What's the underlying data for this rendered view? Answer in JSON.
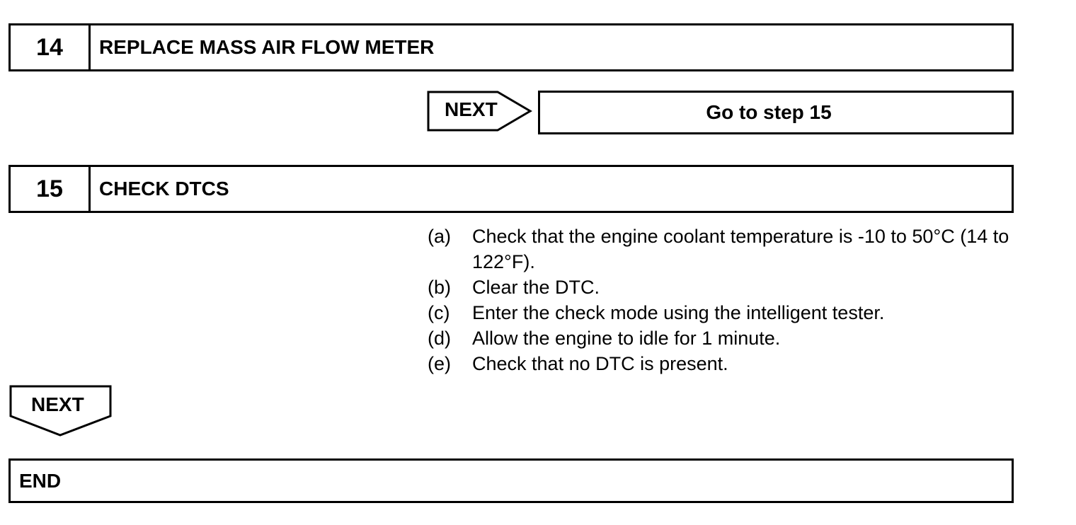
{
  "step14": {
    "number": "14",
    "title": "REPLACE MASS AIR FLOW METER"
  },
  "next_right": {
    "label": "NEXT",
    "target": "Go to step 15"
  },
  "step15": {
    "number": "15",
    "title": "CHECK DTCS",
    "instructions": [
      {
        "letter": "(a)",
        "text": "Check that the engine coolant temperature is -10 to 50°C (14 to 122°F)."
      },
      {
        "letter": "(b)",
        "text": "Clear the DTC."
      },
      {
        "letter": "(c)",
        "text": "Enter the check mode using the intelligent tester."
      },
      {
        "letter": "(d)",
        "text": "Allow the engine to idle for 1 minute."
      },
      {
        "letter": "(e)",
        "text": "Check that no DTC is present."
      }
    ]
  },
  "next_down": {
    "label": "NEXT"
  },
  "end": {
    "label": "END"
  }
}
